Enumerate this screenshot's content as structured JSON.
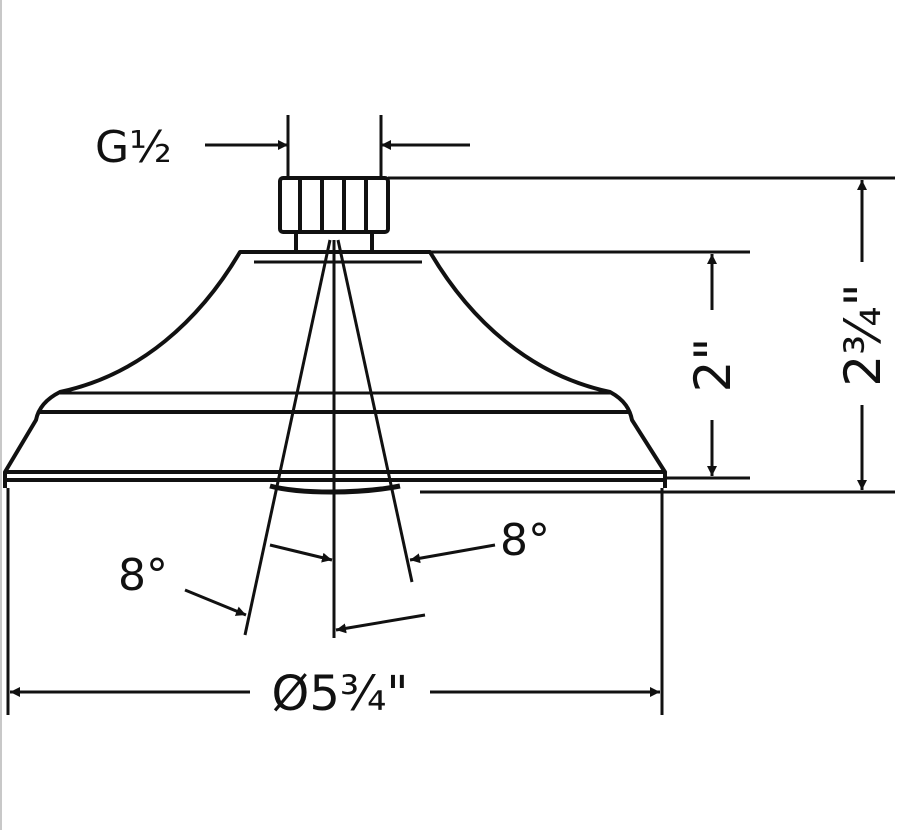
{
  "diagram": {
    "labels": {
      "thread": "G½",
      "total_height": "2¾\"",
      "head_height": "2\"",
      "angle_left": "8°",
      "angle_right": "8°",
      "diameter": "Ø5¾\""
    },
    "line_color": "#111111",
    "background": "#ffffff"
  }
}
